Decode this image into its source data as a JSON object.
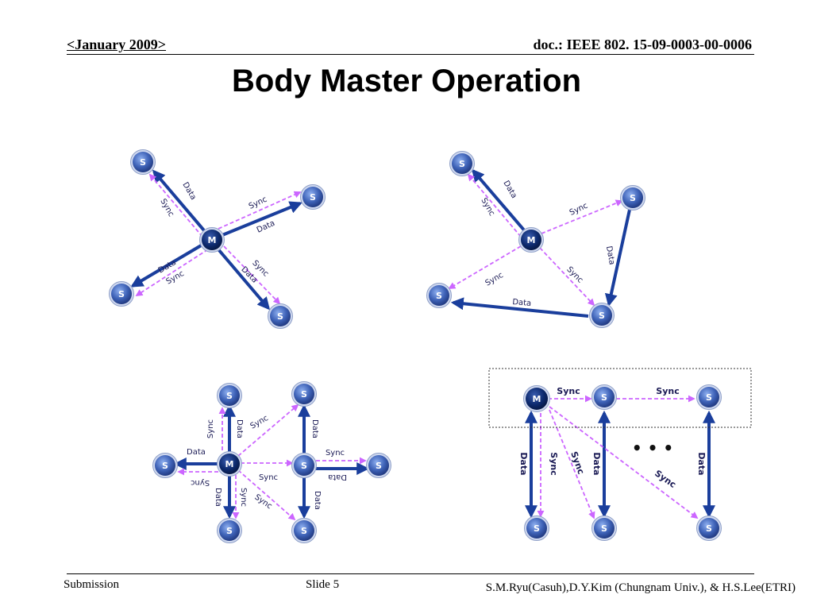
{
  "header": {
    "date": "<January 2009>",
    "doc_id": "doc.: IEEE 802. 15-09-0003-00-0006"
  },
  "title": "Body Master Operation",
  "footer": {
    "left": "Submission",
    "slide": "Slide 5",
    "authors": "S.M.Ryu(Casuh),D.Y.Kim (Chungnam Univ.), & H.S.Lee(ETRI)"
  },
  "colors": {
    "data_arrow": "#1a3e9c",
    "sync_arrow": "#cc66ff",
    "slave_node": "#3f63b8",
    "master_node": "#0d2a6e"
  },
  "node_labels": {
    "master": "M",
    "slave": "S"
  },
  "link_labels": {
    "data": "Data",
    "sync": "Sync"
  },
  "ellipsis": "• • •"
}
